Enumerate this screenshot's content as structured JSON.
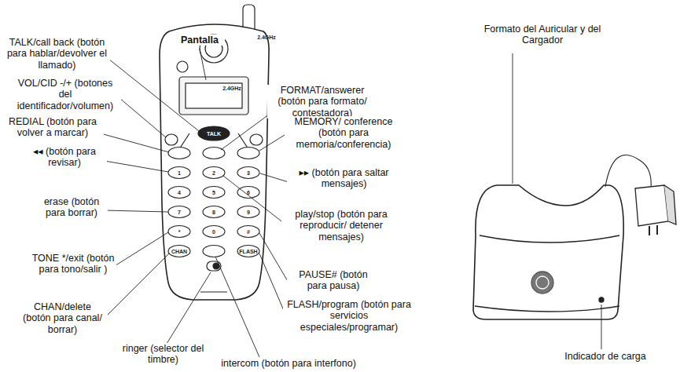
{
  "diagram": {
    "labels": [
      "TALK/call back (botón para hablar/devolver el llamado)",
      "Pantalla",
      "VOL/CID -/+ (botones del identificador/volumen)",
      "FORMAT/answerer (botón para formato/ contestadora)",
      "REDIAL (botón para volver a marcar)",
      "MEMORY/ conference (botón para memoria/conferencia)",
      "◂◂ (botón para revisar)",
      "▸▸ (botón para saltar mensajes)",
      "erase (botón para borrar)",
      "play/stop (botón para reproducir/ detener mensajes)",
      "TONE */exit (botón para tono/salir )",
      "PAUSE# (botón para pausa)",
      "CHAN/delete (botón para canal/ borrar)",
      "FLASH/program (botón para servicios especiales/programar)",
      "ringer (selector del timbre)",
      "intercom (botón para interfono)",
      "Formato del Auricular y del Cargador",
      "Indicador de carga",
      "TALK",
      "1",
      "2",
      "3",
      "4",
      "5",
      "6",
      "7",
      "8",
      "9",
      "*",
      "0",
      "#",
      "CHAN",
      "FLASH",
      "2.4GHz",
      "2.4GHz"
    ]
  }
}
